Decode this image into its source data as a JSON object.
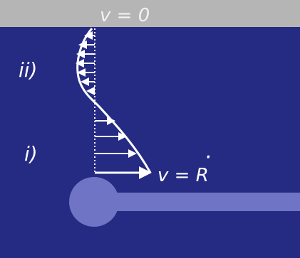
{
  "wall_label": "v = 0",
  "region_upper_label": "ii)",
  "region_lower_label": "i)",
  "velocity_label_main": "v = R",
  "velocity_label_dot": "·",
  "colors": {
    "background": "#252a83",
    "wall": "#b5b5b5",
    "sphere_and_rod": "#6f74c5",
    "profile_line": "#ffffff",
    "arrows": "#ffffff",
    "text": "#ffffff"
  }
}
